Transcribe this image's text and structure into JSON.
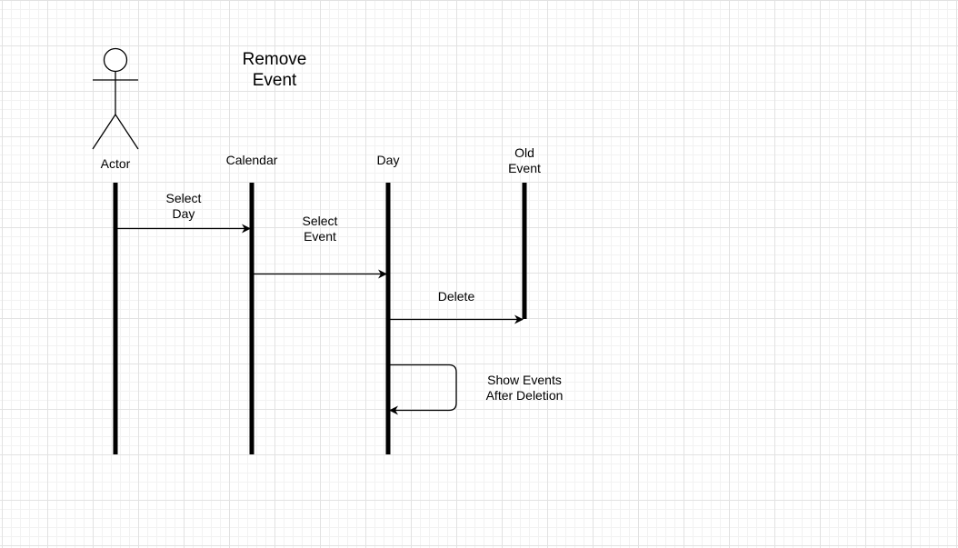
{
  "diagram": {
    "title": "Remove\nEvent",
    "participants": [
      {
        "id": "actor",
        "label": "Actor"
      },
      {
        "id": "calendar",
        "label": "Calendar"
      },
      {
        "id": "day",
        "label": "Day"
      },
      {
        "id": "old-event",
        "label": "Old\nEvent"
      }
    ],
    "messages": [
      {
        "from": "actor",
        "to": "calendar",
        "label": "Select\nDay"
      },
      {
        "from": "calendar",
        "to": "day",
        "label": "Select\nEvent"
      },
      {
        "from": "day",
        "to": "old-event",
        "label": "Delete"
      },
      {
        "from": "day",
        "to": "day",
        "label": "Show Events\nAfter Deletion"
      }
    ]
  }
}
